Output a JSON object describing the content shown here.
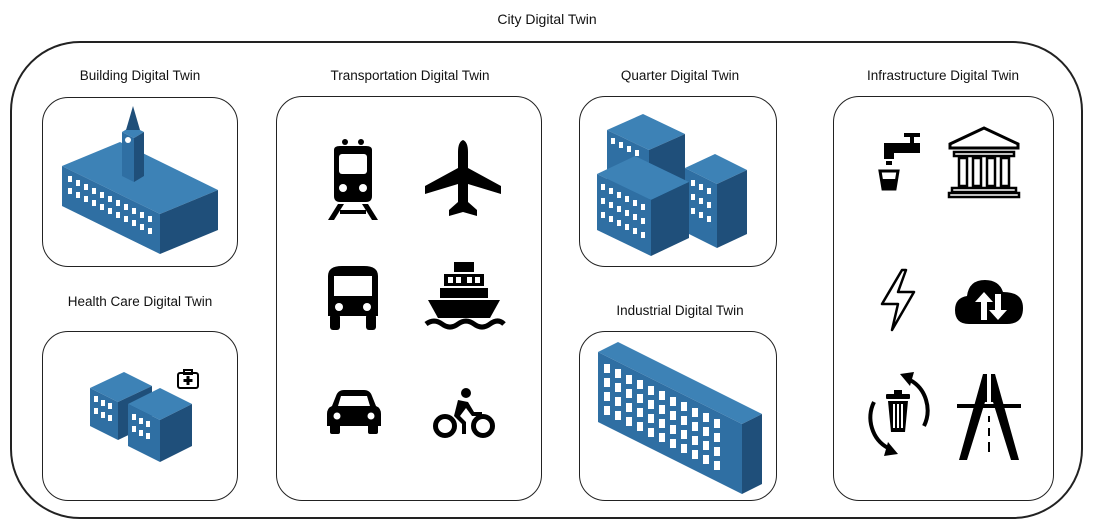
{
  "diagram": {
    "title": "City Digital Twin",
    "groups": {
      "building": "Building Digital Twin",
      "health_care": "Health Care Digital Twin",
      "transportation": "Transportation Digital Twin",
      "quarter": "Quarter Digital Twin",
      "industrial": "Industrial Digital Twin",
      "infrastructure": "Infrastructure Digital Twin"
    },
    "icons": {
      "building": [
        "office-building-with-clock-tower-icon"
      ],
      "health_care": [
        "hospital-building-icon",
        "first-aid-kit-icon"
      ],
      "transportation": [
        "train-icon",
        "airplane-icon",
        "bus-icon",
        "ship-icon",
        "car-icon",
        "bicycle-icon"
      ],
      "quarter": [
        "building-cluster-icon"
      ],
      "industrial": [
        "long-building-icon"
      ],
      "infrastructure": [
        "water-tap-icon",
        "government-building-icon",
        "electricity-icon",
        "cloud-sync-icon",
        "recycling-bin-icon",
        "highway-icon"
      ]
    },
    "colors": {
      "building_blue": "#2f6fa3",
      "building_dark": "#1f4f7a",
      "stroke": "#222222"
    }
  }
}
